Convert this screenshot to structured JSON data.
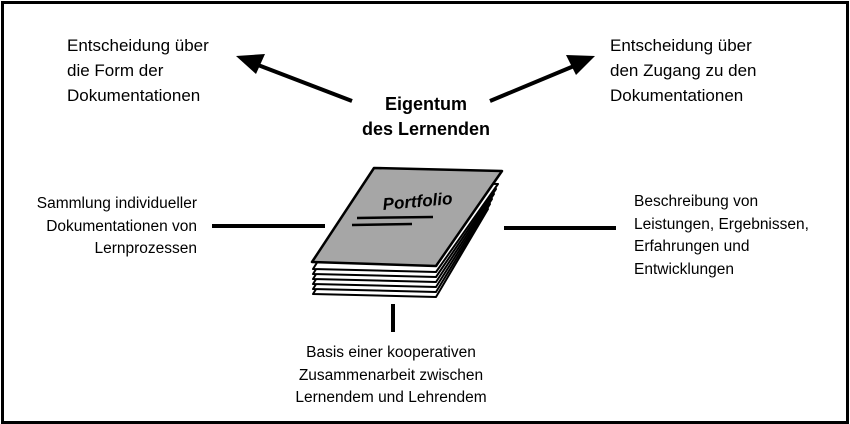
{
  "center": {
    "title_lines": [
      "Eigentum",
      "des Lernenden"
    ],
    "book_label": "Portfolio"
  },
  "top_left": {
    "lines": [
      "Entscheidung über",
      "die Form der",
      "Dokumentationen"
    ]
  },
  "top_right": {
    "lines": [
      "Entscheidung über",
      "den Zugang zu den",
      "Dokumentationen"
    ]
  },
  "middle_left": {
    "lines": [
      "Sammlung individueller",
      "Dokumentationen von",
      "Lernprozessen"
    ]
  },
  "middle_right": {
    "lines": [
      "Beschreibung von",
      "Leistungen, Ergebnissen,",
      "Erfahrungen und",
      "Entwicklungen"
    ]
  },
  "bottom": {
    "lines": [
      "Basis einer kooperativen",
      "Zusammenarbeit zwischen",
      "Lernendem und Lehrendem"
    ]
  },
  "colors": {
    "ink": "#000000",
    "book_cover": "#a6a6a6",
    "page_edge": "#ffffff"
  }
}
